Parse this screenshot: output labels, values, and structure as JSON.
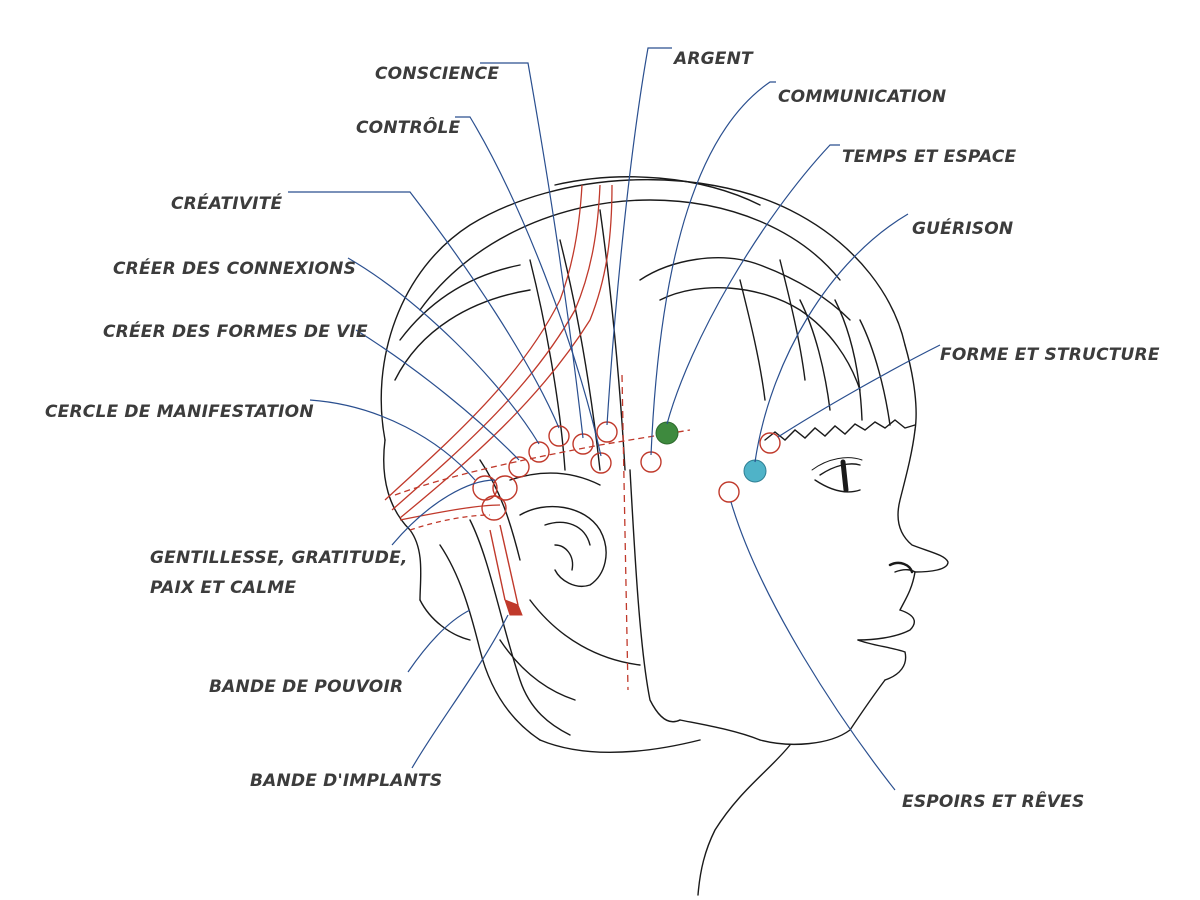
{
  "colors": {
    "leader": "#2a4f8f",
    "sketch": "#1a1a1a",
    "red": "#c0392b",
    "green_point": "#3e8a3e",
    "blue_point": "#4fb3c8",
    "text": "#3c3c3c"
  },
  "labels": {
    "conscience": "CONSCIENCE",
    "argent": "ARGENT",
    "communication": "COMMUNICATION",
    "controle": "CONTRÔLE",
    "temps_espace": "TEMPS ET ESPACE",
    "creativite": "CRÉATIVITÉ",
    "guerison": "GUÉRISON",
    "creer_connexions": "CRÉER DES CONNEXIONS",
    "creer_formes_vie": "CRÉER DES FORMES DE VIE",
    "forme_structure": "FORME ET STRUCTURE",
    "cercle_manifestation": "CERCLE DE MANIFESTATION",
    "gentillesse_line1": "GENTILLESSE, GRATITUDE,",
    "gentillesse_line2": "PAIX ET CALME",
    "bande_pouvoir": "BANDE DE POUVOIR",
    "bande_implants": "BANDE D'IMPLANTS",
    "espoirs_reves": "ESPOIRS ET RÊVES"
  }
}
